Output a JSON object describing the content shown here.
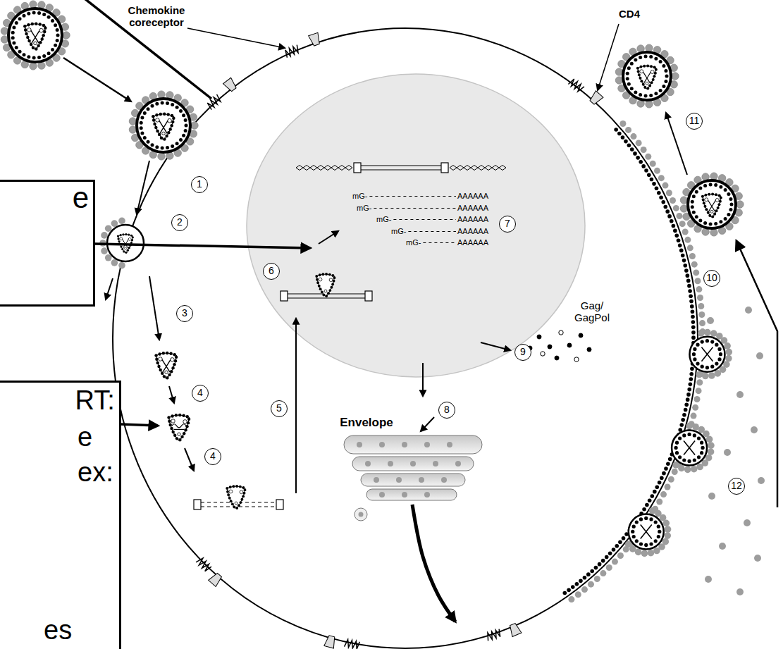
{
  "diagram": {
    "nodes": [
      {
        "text": [
          "e"
        ]
      },
      {
        "text": [
          "RT:",
          "e",
          "ex:",
          "es"
        ]
      }
    ],
    "labels": [
      "Chemokine coreceptor",
      "CD4",
      "1",
      "2",
      "3",
      "4",
      "4",
      "5",
      "6",
      "7",
      "8",
      "9",
      "10",
      "11",
      "12",
      "mG-",
      "mG-",
      "mG-",
      "mG-",
      "mG-",
      "AAAAAA",
      "AAAAAA",
      "AAAAAA",
      "AAAAAA",
      "AAAAAA",
      "Gag/ GagPol",
      "Envelope"
    ]
  }
}
